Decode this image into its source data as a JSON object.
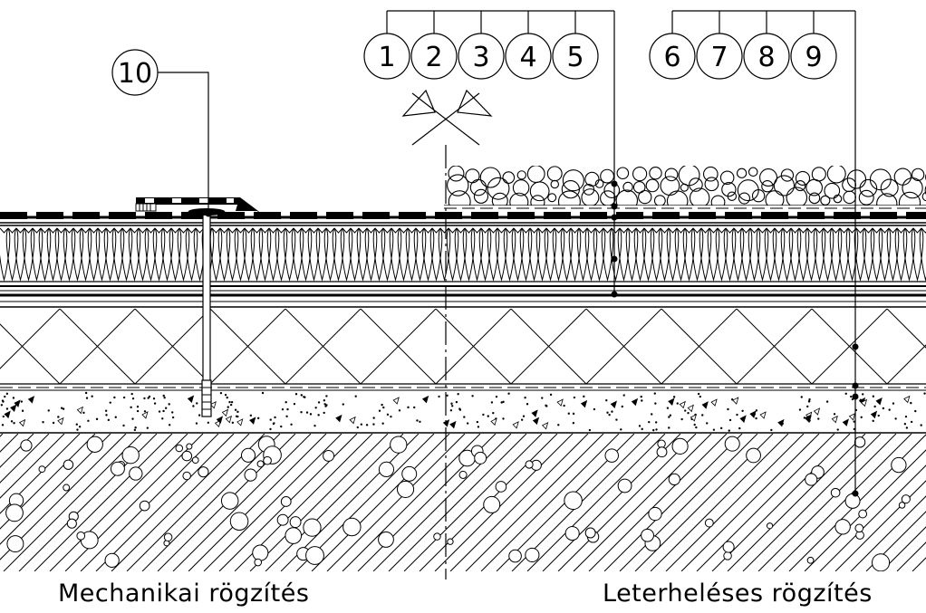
{
  "callouts": {
    "c1": "1",
    "c2": "2",
    "c3": "3",
    "c4": "4",
    "c5": "5",
    "c6": "6",
    "c7": "7",
    "c8": "8",
    "c9": "9",
    "c10": "10"
  },
  "captions": {
    "left": "Mechanikai rögzítés",
    "right": "Leterheléses rögzítés"
  },
  "colors": {
    "line": "#000000",
    "background": "#ffffff"
  }
}
